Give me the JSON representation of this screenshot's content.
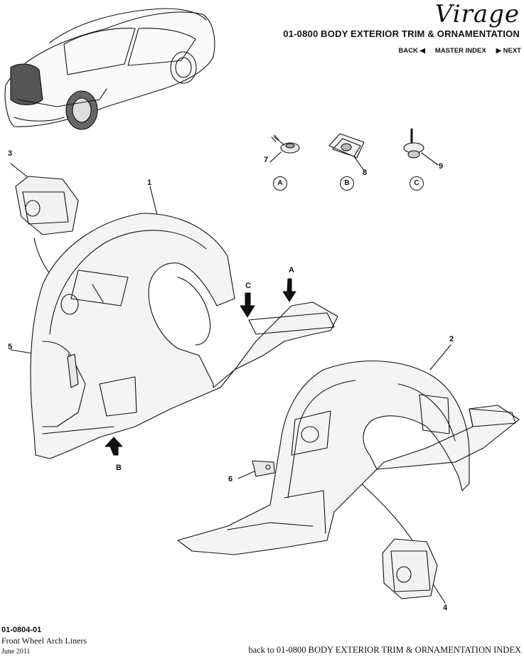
{
  "header": {
    "brand": "Virage",
    "section_title": "01-0800 BODY EXTERIOR TRIM & ORNAMENTATION",
    "nav": {
      "back": "BACK ◀",
      "master_index": "MASTER INDEX",
      "next": "▶ NEXT"
    }
  },
  "callouts": {
    "c1": "1",
    "c2": "2",
    "c3": "3",
    "c4": "4",
    "c5": "5",
    "c6": "6",
    "c7": "7",
    "c8": "8",
    "c9": "9"
  },
  "fastener_keys": {
    "a": "A",
    "b": "B",
    "c": "C"
  },
  "arrow_labels": {
    "a": "A",
    "b": "B",
    "c": "C"
  },
  "footer": {
    "code": "01-0804-01",
    "name": "Front Wheel Arch Liners",
    "date": "June 2011",
    "back_link": "back to 01-0800 BODY EXTERIOR TRIM & ORNAMENTATION INDEX"
  }
}
